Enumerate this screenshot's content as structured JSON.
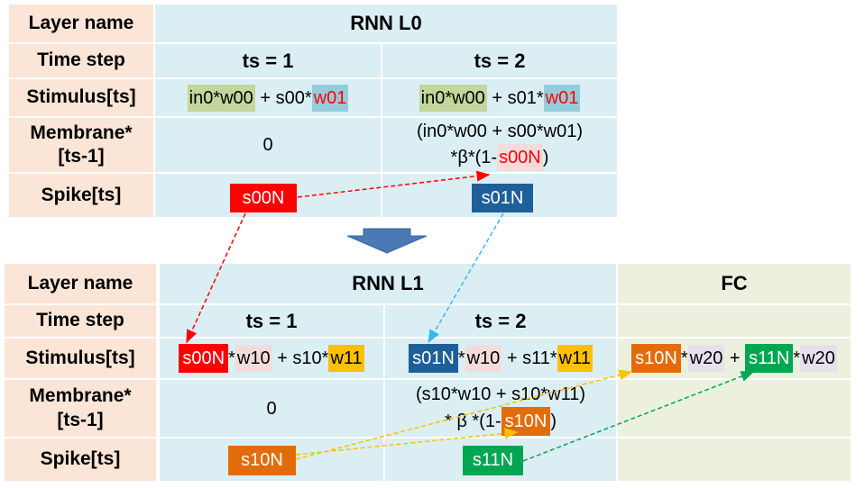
{
  "top": {
    "layer_label": "Layer name",
    "time_label": "Time step",
    "stim_label": "Stimulus[ts]",
    "mem_label_1": "Membrane*",
    "mem_label_2": "[ts-1]",
    "spike_label": "Spike[ts]",
    "layer_title": "RNN L0",
    "ts1": "ts = 1",
    "ts2": "ts = 2",
    "stim1": {
      "a": "in0*w00",
      "b": " + s00*",
      "c": "w01"
    },
    "stim2": {
      "a": "in0*w00",
      "b": " + s01*",
      "c": "w01"
    },
    "mem1": "0",
    "mem2": {
      "line1": "(in0*w00 + s00*w01)",
      "line2_pre": "*β*(1-",
      "line2_hl": "s00N",
      "line2_post": ")"
    },
    "spike1": "s00N",
    "spike2": "s01N"
  },
  "bottom": {
    "layer_label": "Layer name",
    "time_label": "Time step",
    "stim_label": "Stimulus[ts]",
    "mem_label_1": "Membrane*",
    "mem_label_2": "[ts-1]",
    "spike_label": "Spike[ts]",
    "layer_title": "RNN L1",
    "fc_title": "FC",
    "ts1": "ts = 1",
    "ts2": "ts = 2",
    "stim1": {
      "a": "s00N",
      "b": "*",
      "c": "w10",
      "d": " + s10*",
      "e": "w11"
    },
    "stim2": {
      "a": "s01N",
      "b": "*",
      "c": "w10",
      "d": " + s11*",
      "e": "w11"
    },
    "stim_fc": {
      "a": "s10N",
      "b": "*",
      "c": "w20",
      "d": " + ",
      "e": "s11N",
      "f": "*",
      "g": "w20"
    },
    "mem1": "0",
    "mem2": {
      "line1": "(s10*w10 + s10*w11)",
      "line2_pre": "* β *(1-",
      "line2_hl": "s10N",
      "line2_post": ")"
    },
    "spike1": "s10N",
    "spike2": "s11N"
  },
  "colors": {
    "red": "#ff0000",
    "navy": "#1f5f99",
    "orange": "#e36c0a",
    "green": "#00a651",
    "dashed_blue": "#33bbee",
    "dashed_yellow": "#ffc000"
  }
}
